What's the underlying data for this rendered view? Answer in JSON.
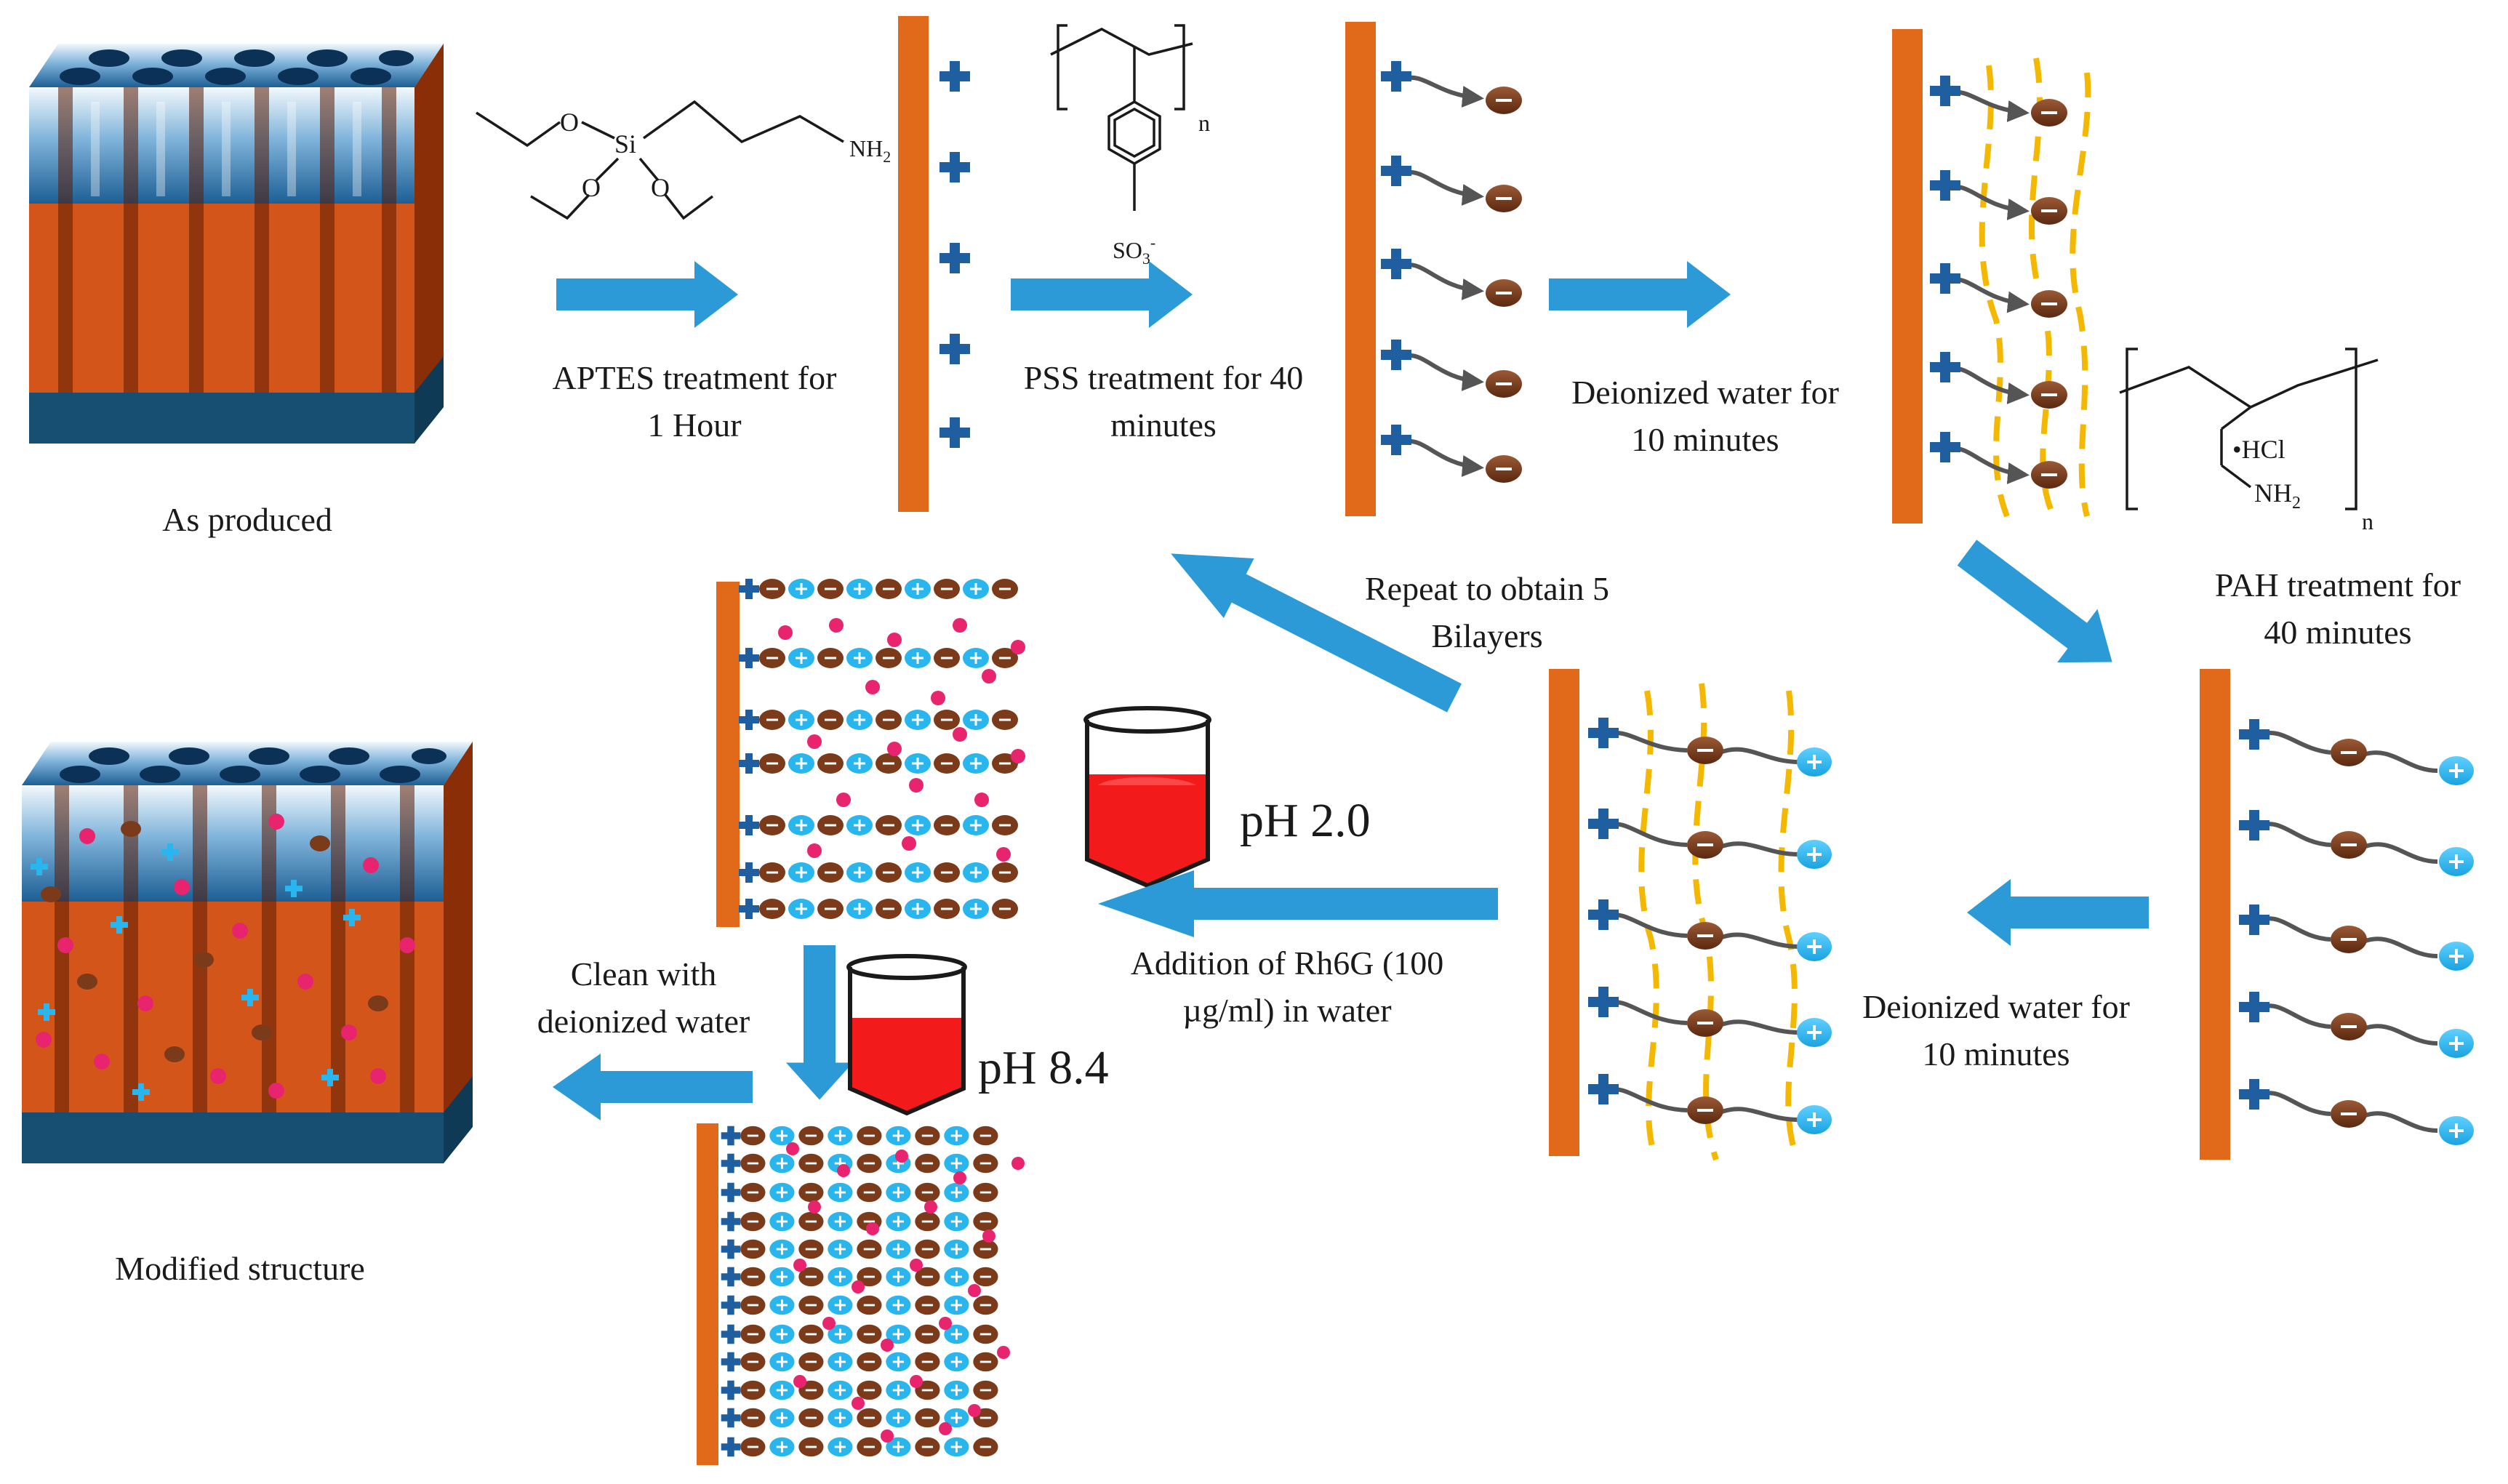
{
  "labels": {
    "as_produced": "As produced",
    "modified_structure": "Modified structure",
    "aptes_line1": "APTES treatment for",
    "aptes_line2": "1 Hour",
    "pss_line1": "PSS treatment for 40",
    "pss_line2": "minutes",
    "diw1_line1": "Deionized water for",
    "diw1_line2": "10 minutes",
    "pah_line1": "PAH treatment for",
    "pah_line2": "40 minutes",
    "diw2_line1": "Deionized water for",
    "diw2_line2": "10 minutes",
    "repeat_line1": "Repeat to obtain 5",
    "repeat_line2": "Bilayers",
    "rh6g_line1": "Addition of Rh6G (100",
    "rh6g_line2": "µg/ml) in water",
    "clean_line1": "Clean with",
    "clean_line2": "deionized water",
    "ph_low": "pH 2.0",
    "ph_high": "pH 8.4"
  },
  "chem": {
    "aptes_o1": "O",
    "aptes_si": "Si",
    "aptes_o2": "O",
    "aptes_o3": "O",
    "aptes_nh2": "NH",
    "aptes_nh2_sub": "2",
    "pss_so3": "SO",
    "pss_so3_sub": "3",
    "pss_so3_sup": "-",
    "pss_n": "n",
    "pah_hcl": "•HCl",
    "pah_nh2": "NH",
    "pah_nh2_sub": "2",
    "pah_n": "n"
  },
  "colors": {
    "substrate": "#e06a1a",
    "arrow": "#2b9ad6",
    "plus": "#1f5fa0",
    "anion": "#7b3b1b",
    "cation": "#29b6ef",
    "dye": "#e8246f",
    "chain": "#f5b800",
    "base": "#164f72",
    "beaker_liquid": "#f21a1a"
  }
}
